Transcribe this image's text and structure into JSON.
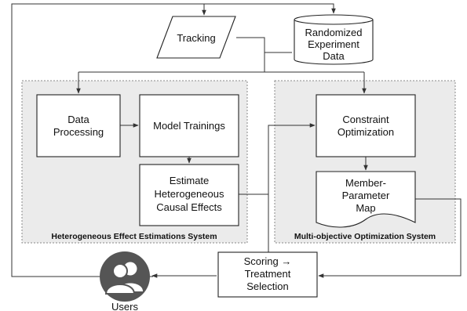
{
  "nodes": {
    "tracking": "Tracking",
    "randomized_experiment_data": [
      "Randomized",
      "Experiment",
      "Data"
    ],
    "data_processing": [
      "Data",
      "Processing"
    ],
    "model_trainings": "Model Trainings",
    "estimate_effects": [
      "Estimate",
      "Heterogeneous",
      "Causal Effects"
    ],
    "constraint_optimization": [
      "Constraint",
      "Optimization"
    ],
    "member_parameter_map": [
      "Member-",
      "Parameter",
      "Map"
    ],
    "scoring_treatment_selection": [
      "Scoring →",
      "Treatment",
      "Selection"
    ],
    "users": "Users"
  },
  "panels": {
    "heterogeneous": "Heterogeneous Effect Estimations System",
    "multiobjective": "Multi-objective Optimization System"
  },
  "colors": {
    "panel_fill": "#ebebeb",
    "users_icon": "#555555",
    "line": "#333333"
  },
  "icons": {
    "users": "users-icon"
  }
}
